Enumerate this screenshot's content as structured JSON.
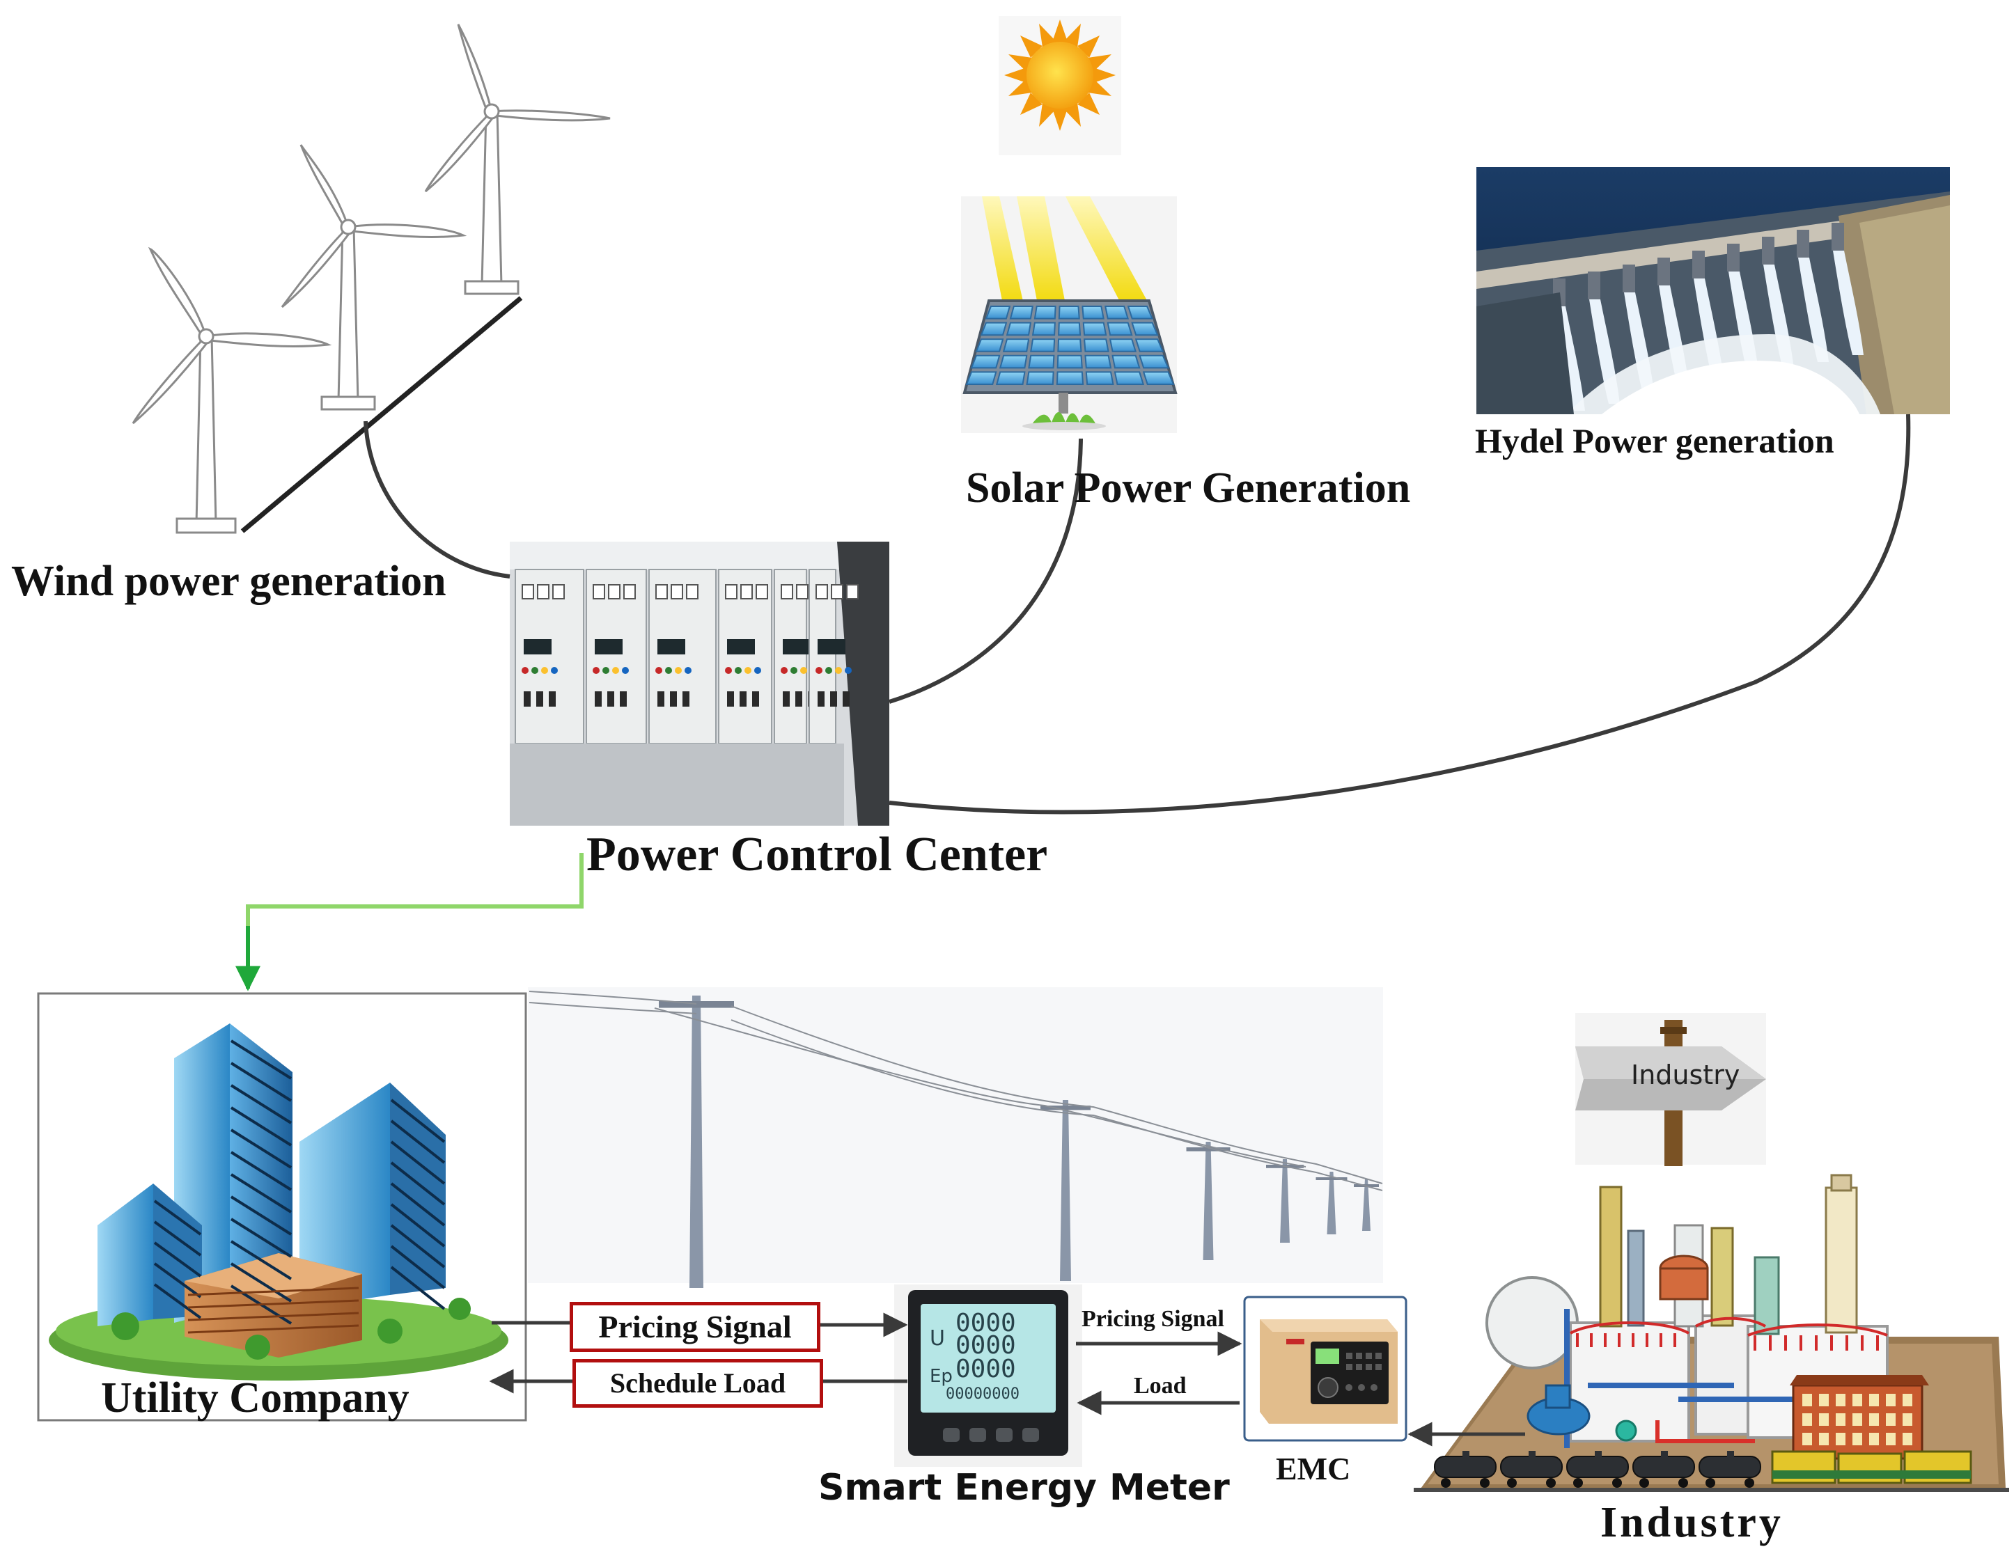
{
  "labels": {
    "wind": "Wind power generation",
    "solar": "Solar Power Generation",
    "hydel": "Hydel Power generation",
    "control": "Power Control Center",
    "utility": "Utility Company",
    "meter": "Smart Energy Meter",
    "emc": "EMC",
    "industry": "Industry",
    "industry_sign": "Industry",
    "pricing_box": "Pricing Signal",
    "schedule_box": "Schedule Load",
    "pricing_arrow": "Pricing Signal",
    "load_arrow": "Load",
    "meter_display": {
      "u": "U",
      "ep": "Ep",
      "line1": "0000",
      "line2": "0000",
      "line3": "0000",
      "line4": "00000000"
    }
  },
  "icons": {
    "sun": "sun-icon",
    "solar_panel": "solar-panel-icon",
    "wind_turbine": "wind-turbine-icon",
    "dam": "hydro-dam-icon",
    "control_panel": "control-panel-icon",
    "buildings": "office-buildings-icon",
    "power_pole": "power-pole-icon",
    "energy_meter": "energy-meter-icon",
    "emc_device": "emc-device-icon",
    "signpost": "signpost-icon",
    "factory": "factory-icon"
  },
  "colors": {
    "connector": "#3a3a3a",
    "green_arrow": "#1fa83a",
    "box_border": "#b20f0f",
    "sun": "#f6b60c"
  }
}
